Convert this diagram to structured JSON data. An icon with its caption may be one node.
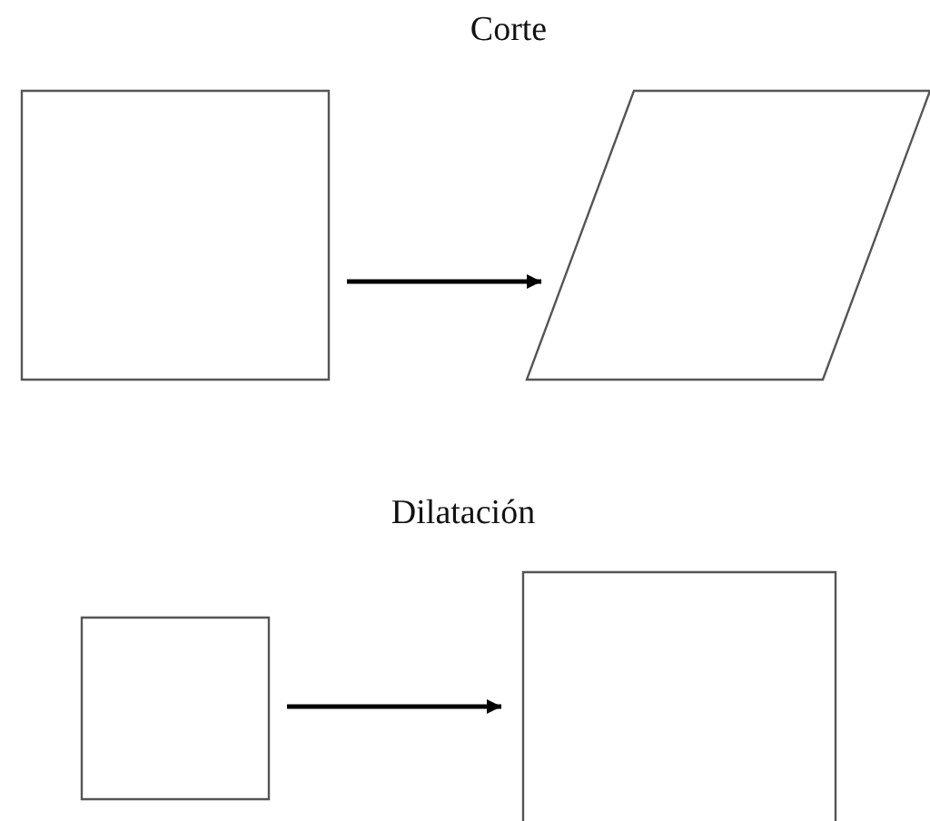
{
  "diagram": {
    "nodes": [
      {
        "text": [],
        "shape": "box"
      },
      {
        "text": [],
        "shape": "parallelogram"
      },
      {
        "text": [],
        "shape": "box"
      },
      {
        "text": [],
        "shape": "box"
      }
    ],
    "edges": [
      {
        "from": 0,
        "to": 1,
        "arrow": "to"
      },
      {
        "from": 2,
        "to": 3,
        "arrow": "to"
      }
    ],
    "labels": [
      "Corte",
      "Dilatación"
    ]
  }
}
